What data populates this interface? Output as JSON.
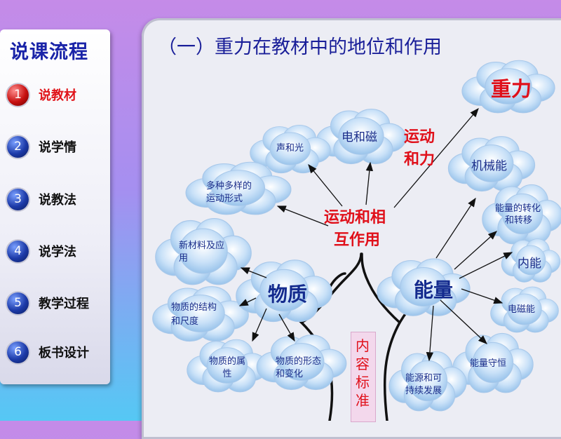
{
  "sidebar": {
    "title": "说课流程",
    "items": [
      {
        "num": "1",
        "label": "说教材",
        "active": true
      },
      {
        "num": "2",
        "label": "说学情",
        "active": false
      },
      {
        "num": "3",
        "label": "说教法",
        "active": false
      },
      {
        "num": "4",
        "label": "说学法",
        "active": false
      },
      {
        "num": "5",
        "label": "教学过程",
        "active": false
      },
      {
        "num": "6",
        "label": "板书设计",
        "active": false
      }
    ]
  },
  "main": {
    "heading": "（一）重力在教材中的地位和作用",
    "tree": {
      "gravity": "重力",
      "motion_force": [
        "运动",
        "和力"
      ],
      "interaction": [
        "运动和相",
        "互作用"
      ],
      "matter": "物质",
      "energy": "能量",
      "content_standard": "内容标准",
      "clouds": {
        "electromagnetism": "电和磁",
        "sound_light": "声和光",
        "motion_forms": [
          "多种多样的",
          "运动形式"
        ],
        "new_materials": [
          "新材料及应",
          "用"
        ],
        "matter_structure": [
          "物质的结构",
          "和尺度"
        ],
        "matter_properties": [
          "物质的属",
          "性"
        ],
        "matter_forms": [
          "物质的形态",
          "和变化"
        ],
        "mechanical_energy": "机械能",
        "energy_transform": [
          "能量的转化",
          "和转移"
        ],
        "internal_energy": "内能",
        "em_energy": "电磁能",
        "energy_conservation": "能量守恒",
        "sustainable": [
          "能源和可",
          "持续发展"
        ]
      }
    }
  },
  "colors": {
    "cloud_fill": "#bdd9f5",
    "heading_blue": "#1a1f99",
    "accent_red": "#e0101a",
    "active_dot": "#c71010",
    "nav_dot": "#1c3aa8"
  }
}
